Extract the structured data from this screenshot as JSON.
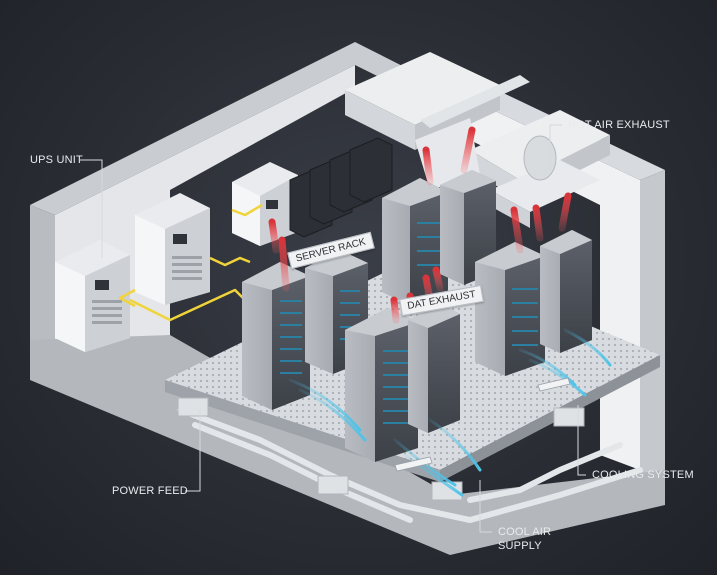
{
  "labels": {
    "ups_unit": "UPS UNIT",
    "hot_air_exhaust": "HOT AIR EXHAUST",
    "power_feed": "POWER FEED",
    "cooling_system": "COOLING SYSTEM",
    "cool_air_supply_line1": "COOL AIR",
    "cool_air_supply_line2": "SUPPLY",
    "server_rack_sign": "SERVER RACK",
    "exhaust_sign": "DAT EXHAUST"
  },
  "colors": {
    "background": "#2a2d34",
    "walls": "#e6e8eb",
    "rack": "#555a62",
    "hot_air": "#d9343a",
    "cool_air": "#4fc3e8",
    "power_cable": "#f0d43a",
    "label": "#e9ebee"
  }
}
